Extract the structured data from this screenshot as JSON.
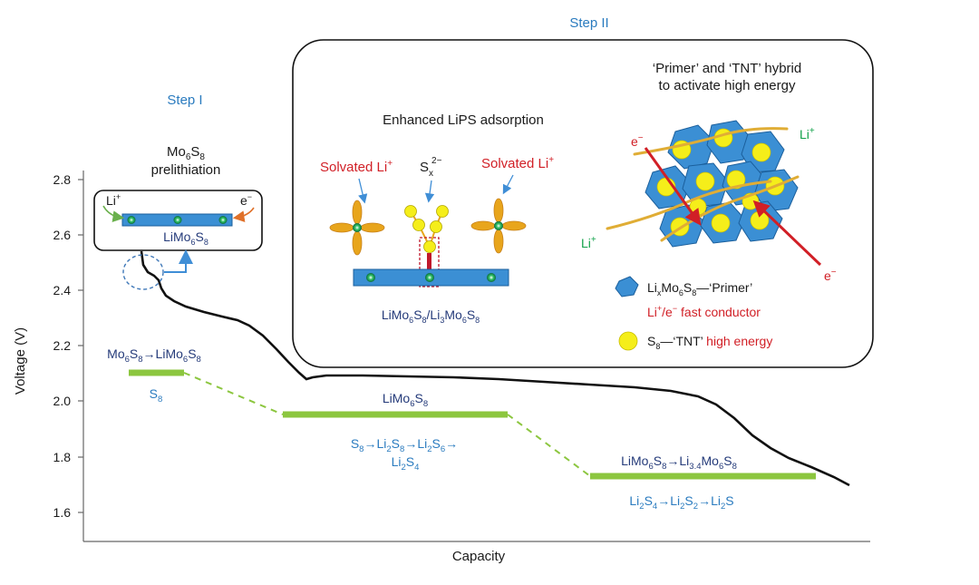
{
  "colors": {
    "curve": "#111111",
    "plateau": "#8cc63f",
    "blue_label": "#2a7bbf",
    "navy_label": "#253b7a",
    "red_label": "#d11f26",
    "green_label": "#12a24a",
    "sheet_blue": "#3b8fd4",
    "sulfur_yellow": "#f5ee1a",
    "petal_orange": "#e8a51c"
  },
  "axes": {
    "y_label": "Voltage (V)",
    "x_label": "Capacity",
    "y_ticks": [
      "2.8",
      "2.6",
      "2.4",
      "2.2",
      "2.0",
      "1.8",
      "1.6"
    ]
  },
  "step1": {
    "title": "Step I",
    "box_title_1": "Mo",
    "box_title_1_sub": "6",
    "box_title_1_b": "S",
    "box_title_1_sub2": "8",
    "box_title_2": "prelithiation",
    "li_plus": "Li",
    "li_plus_sup": "+",
    "e_minus": "e",
    "e_minus_sup": "−",
    "sheet_label": "LiMo",
    "sheet_label_sub": "6",
    "sheet_label_b": "S",
    "sheet_label_sub2": "8"
  },
  "step2": {
    "title": "Step II",
    "adsorption_title": "Enhanced LiPS adsorption",
    "solvated_left": "Solvated Li",
    "solvated_right": "Solvated Li",
    "solvated_sup": "+",
    "sx_label": "S",
    "sx_sub": "x",
    "sx_sup": "2−",
    "sheet_label": "LiMo6S8/Li3Mo6S8",
    "hybrid_title_1": "‘Primer’ and ‘TNT’ hybrid",
    "hybrid_title_2": "to activate high energy",
    "e_minus_top": "e",
    "e_minus_bottom": "e",
    "li_plus_right": "Li",
    "li_plus_left": "Li",
    "legend_primer": "—‘Primer’",
    "legend_primer_prefix": "Li",
    "legend_conductor": "Li+/e− fast conductor",
    "legend_tnt_prefix": "S",
    "legend_tnt_mid": "—‘TNT’ ",
    "legend_tnt_high": "high energy"
  },
  "reactions": {
    "r1_top": "Mo6S8→LiMo6S8",
    "r1_bottom": "S8",
    "r2_top": "LiMo6S8",
    "r2_bottom_1": "S8→Li2S8→Li2S6→",
    "r2_bottom_2": "Li2S4",
    "r3_top": "LiMo6S8→Li3.4Mo6S8",
    "r3_bottom": "Li2S4→Li2S2→Li2S"
  }
}
